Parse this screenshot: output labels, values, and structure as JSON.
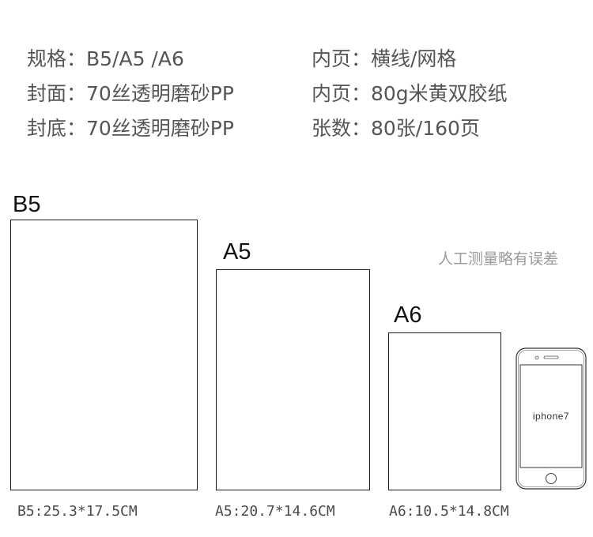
{
  "specs": {
    "row1_left": "规格：B5/A5 /A6",
    "row1_right": "内页：横线/网格",
    "row2_left": "封面：70丝透明磨砂PP",
    "row2_right": "内页：80g米黄双胶纸",
    "row3_left": "封底：70丝透明磨砂PP",
    "row3_right": "张数：80张/160页"
  },
  "sizes": {
    "b5_label": "B5",
    "a5_label": "A5",
    "a6_label": "A6",
    "b5_dims": "B5:25.3*17.5CM",
    "a5_dims": "A5:20.7*14.6CM",
    "a6_dims": "A6:10.5*14.8CM"
  },
  "note": "人工测量略有误差",
  "phone": {
    "label": "iphone7",
    "icon": "smartphone-icon"
  },
  "colors": {
    "text": "#555555",
    "note": "#9a9a9a",
    "outline": "#1a1a1a"
  }
}
